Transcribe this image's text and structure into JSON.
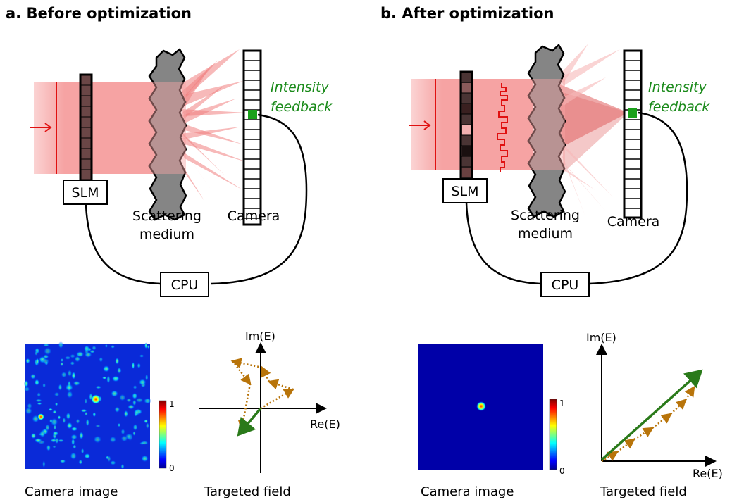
{
  "panel_a": {
    "title": "a. Before optimization",
    "slm_label": "SLM",
    "medium_label_line1": "Scattering",
    "medium_label_line2": "medium",
    "camera_label": "Camera",
    "feedback_line1": "Intensity",
    "feedback_line2": "feedback",
    "cpu_label": "CPU",
    "image_caption": "Camera image",
    "field_caption": "Targeted field",
    "im_axis": "Im(E)",
    "re_axis": "Re(E)",
    "colorbar_max": "1",
    "colorbar_min": "0"
  },
  "panel_b": {
    "title": "b. After optimization",
    "slm_label": "SLM",
    "medium_label_line1": "Scattering",
    "medium_label_line2": "medium",
    "camera_label": "Camera",
    "feedback_line1": "Intensity",
    "feedback_line2": "feedback",
    "cpu_label": "CPU",
    "image_caption": "Camera image",
    "field_caption": "Targeted field",
    "im_axis": "Im(E)",
    "re_axis": "Re(E)",
    "colorbar_max": "1",
    "colorbar_min": "0"
  },
  "colors": {
    "beam": "#f6a3a3",
    "feedback_text": "#1a8a1a",
    "target_pixel": "#1aa01a",
    "field_arrow": "#2a7a1a",
    "phasor_arrow": "#b8740a",
    "medium": "#858585",
    "wavefront": "#e01010"
  }
}
